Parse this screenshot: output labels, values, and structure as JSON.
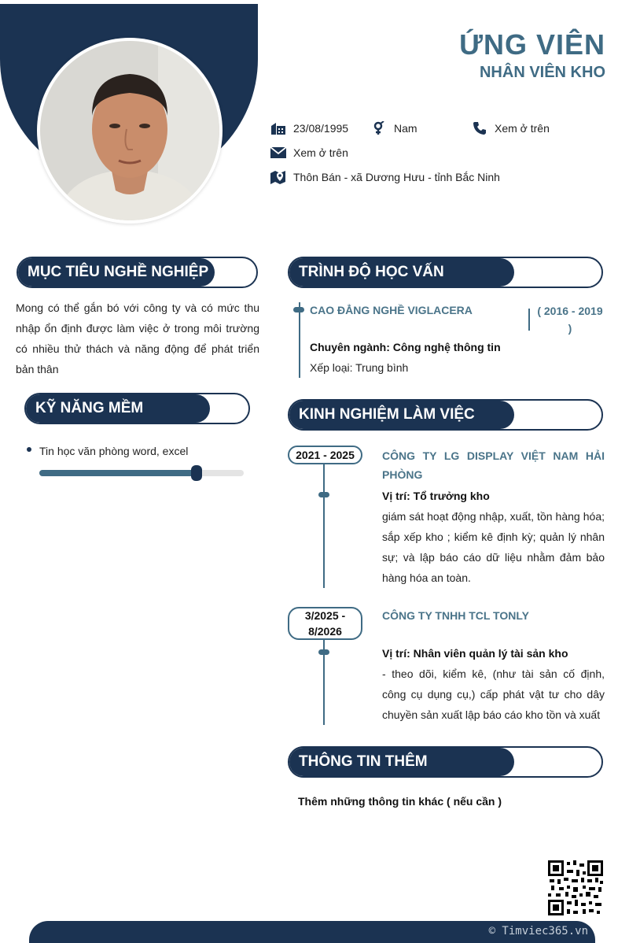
{
  "header": {
    "name": "ỨNG VIÊN",
    "job_title": "NHÂN VIÊN KHO"
  },
  "info": {
    "birthday": "23/08/1995",
    "gender": "Nam",
    "phone": "Xem ở trên",
    "email": "Xem ở trên",
    "address": "Thôn Bán - xã Dương Hưu - tỉnh Bắc Ninh"
  },
  "objective": {
    "title": "MỤC TIÊU NGHỀ NGHIỆP",
    "text": "Mong có thể gắn bó với công ty và có mức thu nhập ổn định được làm việc ở trong môi trường có nhiều thử thách và năng động để phát triển bản thân"
  },
  "soft_skills": {
    "title": "KỸ NĂNG MỀM",
    "items": [
      {
        "label": "Tin học văn phòng word, excel",
        "level": 0.77
      }
    ]
  },
  "education": {
    "title": "TRÌNH ĐỘ HỌC VẤN",
    "school": "CAO ĐẲNG NGHỀ VIGLACERA",
    "period": "( 2016 - 2019 )",
    "major": "Chuyên ngành: Công nghệ thông tin",
    "grade": "Xếp loại: Trung bình"
  },
  "experience": {
    "title": "KINH NGHIỆM LÀM VIỆC",
    "items": [
      {
        "period": "2021 - 2025",
        "company": "CÔNG TY LG DISPLAY VIỆT NAM HẢI PHÒNG",
        "position": "Vị trí: Tổ trưởng kho",
        "description": "giám sát hoạt động nhập, xuất, tồn hàng hóa; sắp xếp kho ; kiểm kê định kỳ; quản lý nhân sự; và lập báo cáo dữ liệu nhằm đảm bảo hàng hóa an toàn."
      },
      {
        "period": "3/2025 - 8/2026",
        "company": "CÔNG TY TNHH TCL TONLY",
        "position": "Vị trí: Nhân viên quản lý tài sản kho",
        "description": "- theo dõi, kiểm kê, (như tài sản cố định, công cụ dụng cụ,) cấp phát vật tư cho dây chuyền sản xuất lập báo cáo kho tồn và xuất"
      }
    ]
  },
  "additional": {
    "title": "THÔNG TIN THÊM",
    "text": "Thêm những thông tin khác ( nếu cần )"
  },
  "footer": {
    "brand": "© Timviec365.vn"
  },
  "colors": {
    "navy": "#1b3352",
    "accent": "#3f6b84"
  }
}
